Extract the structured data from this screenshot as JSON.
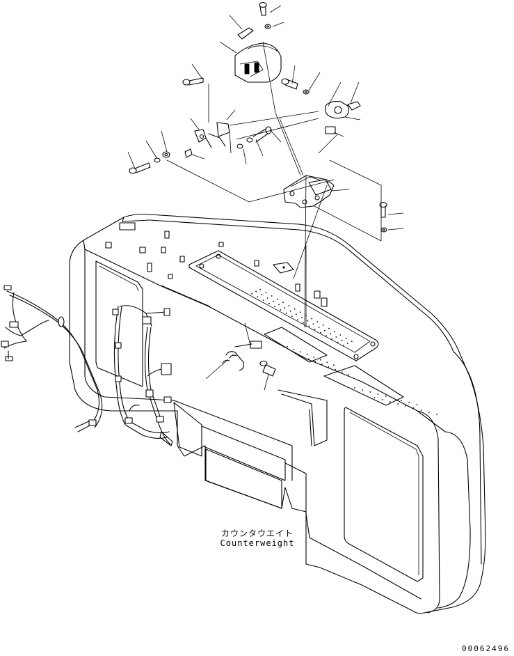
{
  "labels": {
    "part_name_jp": "カウンタウエイト",
    "part_name_en": "Counterweight"
  },
  "drawing_number": "00062496"
}
